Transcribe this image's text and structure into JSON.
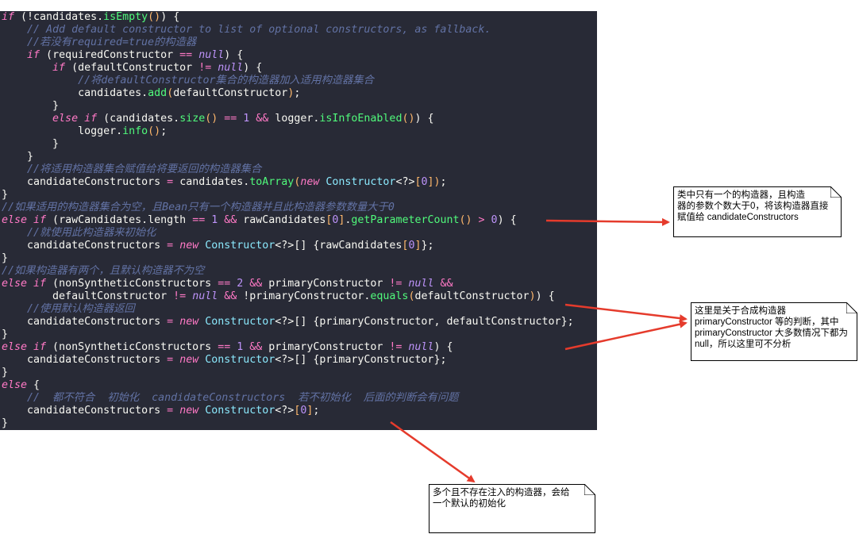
{
  "colors": {
    "code_background": "#282a36",
    "keyword": "#ff79c6",
    "comment": "#6272a4",
    "function": "#50fa7b",
    "number": "#bd93f9",
    "type": "#8be9fd",
    "arrow": "#e53b2c"
  },
  "code": {
    "lines": [
      [
        [
          "k",
          "if"
        ],
        [
          "p",
          " (!"
        ],
        [
          "v",
          "candidates"
        ],
        [
          "p",
          "."
        ],
        [
          "f",
          "isEmpty"
        ],
        [
          "b",
          "()"
        ],
        [
          "p",
          ") {"
        ]
      ],
      [
        [
          "p",
          "    "
        ],
        [
          "c",
          "// Add default constructor to list of optional constructors, as fallback."
        ]
      ],
      [
        [
          "p",
          "    "
        ],
        [
          "c",
          "//若没有required=true的构造器"
        ]
      ],
      [
        [
          "p",
          "    "
        ],
        [
          "k",
          "if"
        ],
        [
          "p",
          " ("
        ],
        [
          "v",
          "requiredConstructor"
        ],
        [
          "o",
          " == "
        ],
        [
          "kc",
          "null"
        ],
        [
          "p",
          ") {"
        ]
      ],
      [
        [
          "p",
          "        "
        ],
        [
          "k",
          "if"
        ],
        [
          "p",
          " ("
        ],
        [
          "v",
          "defaultConstructor"
        ],
        [
          "o",
          " != "
        ],
        [
          "kc",
          "null"
        ],
        [
          "p",
          ") {"
        ]
      ],
      [
        [
          "p",
          "            "
        ],
        [
          "c",
          "//将defaultConstructor集合的构造器加入适用构造器集合"
        ]
      ],
      [
        [
          "p",
          "            "
        ],
        [
          "v",
          "candidates"
        ],
        [
          "p",
          "."
        ],
        [
          "f",
          "add"
        ],
        [
          "b",
          "("
        ],
        [
          "v",
          "defaultConstructor"
        ],
        [
          "b",
          ")"
        ],
        [
          "p",
          ";"
        ]
      ],
      [
        [
          "p",
          "        }"
        ]
      ],
      [
        [
          "p",
          "        "
        ],
        [
          "k",
          "else if"
        ],
        [
          "p",
          " ("
        ],
        [
          "v",
          "candidates"
        ],
        [
          "p",
          "."
        ],
        [
          "f",
          "size"
        ],
        [
          "b",
          "()"
        ],
        [
          "o",
          " == "
        ],
        [
          "n",
          "1"
        ],
        [
          "o",
          " && "
        ],
        [
          "v",
          "logger"
        ],
        [
          "p",
          "."
        ],
        [
          "f",
          "isInfoEnabled"
        ],
        [
          "b",
          "()"
        ],
        [
          "p",
          ") {"
        ]
      ],
      [
        [
          "p",
          "            "
        ],
        [
          "v",
          "logger"
        ],
        [
          "p",
          "."
        ],
        [
          "f",
          "info"
        ],
        [
          "b",
          "()"
        ],
        [
          "p",
          ";"
        ]
      ],
      [
        [
          "p",
          "        }"
        ]
      ],
      [
        [
          "p",
          "    }"
        ]
      ],
      [
        [
          "p",
          "    "
        ],
        [
          "c",
          "//将适用构造器集合赋值给将要返回的构造器集合"
        ]
      ],
      [
        [
          "p",
          "    "
        ],
        [
          "v",
          "candidateConstructors"
        ],
        [
          "o",
          " = "
        ],
        [
          "v",
          "candidates"
        ],
        [
          "p",
          "."
        ],
        [
          "f",
          "toArray"
        ],
        [
          "b",
          "("
        ],
        [
          "kw",
          "new"
        ],
        [
          "ty",
          " Constructor"
        ],
        [
          "p",
          "<?>"
        ],
        [
          "b",
          "["
        ],
        [
          "n",
          "0"
        ],
        [
          "b",
          "])"
        ],
        [
          "p",
          ";"
        ]
      ],
      [
        [
          "p",
          "}"
        ]
      ],
      [
        [
          "c",
          "//如果适用的构造器集合为空，且Bean只有一个构造器并且此构造器参数数量大于0"
        ]
      ],
      [
        [
          "k",
          "else if"
        ],
        [
          "p",
          " ("
        ],
        [
          "v",
          "rawCandidates"
        ],
        [
          "p",
          ".length"
        ],
        [
          "o",
          " == "
        ],
        [
          "n",
          "1"
        ],
        [
          "o",
          " && "
        ],
        [
          "v",
          "rawCandidates"
        ],
        [
          "b",
          "["
        ],
        [
          "n",
          "0"
        ],
        [
          "b",
          "]"
        ],
        [
          "p",
          "."
        ],
        [
          "f",
          "getParameterCount"
        ],
        [
          "b",
          "()"
        ],
        [
          "o",
          " > "
        ],
        [
          "n",
          "0"
        ],
        [
          "p",
          ") {"
        ]
      ],
      [
        [
          "p",
          "    "
        ],
        [
          "c",
          "//就使用此构造器来初始化"
        ]
      ],
      [
        [
          "p",
          "    "
        ],
        [
          "v",
          "candidateConstructors"
        ],
        [
          "o",
          " = "
        ],
        [
          "kw",
          "new"
        ],
        [
          "ty",
          " Constructor"
        ],
        [
          "p",
          "<?>[] {"
        ],
        [
          "v",
          "rawCandidates"
        ],
        [
          "b",
          "["
        ],
        [
          "n",
          "0"
        ],
        [
          "b",
          "]"
        ],
        [
          "p",
          "};"
        ]
      ],
      [
        [
          "p",
          "}"
        ]
      ],
      [
        [
          "c",
          "//如果构造器有两个，且默认构造器不为空"
        ]
      ],
      [
        [
          "k",
          "else if"
        ],
        [
          "p",
          " ("
        ],
        [
          "v",
          "nonSyntheticConstructors"
        ],
        [
          "o",
          " == "
        ],
        [
          "n",
          "2"
        ],
        [
          "o",
          " && "
        ],
        [
          "v",
          "primaryConstructor"
        ],
        [
          "o",
          " != "
        ],
        [
          "kc",
          "null"
        ],
        [
          "o",
          " &&"
        ]
      ],
      [
        [
          "p",
          "        "
        ],
        [
          "v",
          "defaultConstructor"
        ],
        [
          "o",
          " != "
        ],
        [
          "kc",
          "null"
        ],
        [
          "o",
          " && "
        ],
        [
          "p",
          "!"
        ],
        [
          "v",
          "primaryConstructor"
        ],
        [
          "p",
          "."
        ],
        [
          "f",
          "equals"
        ],
        [
          "b",
          "("
        ],
        [
          "v",
          "defaultConstructor"
        ],
        [
          "b",
          ")"
        ],
        [
          "p",
          ") {"
        ]
      ],
      [
        [
          "p",
          "    "
        ],
        [
          "c",
          "//使用默认构造器返回"
        ]
      ],
      [
        [
          "p",
          "    "
        ],
        [
          "v",
          "candidateConstructors"
        ],
        [
          "o",
          " = "
        ],
        [
          "kw",
          "new"
        ],
        [
          "ty",
          " Constructor"
        ],
        [
          "p",
          "<?>[] {"
        ],
        [
          "v",
          "primaryConstructor"
        ],
        [
          "p",
          ", "
        ],
        [
          "v",
          "defaultConstructor"
        ],
        [
          "p",
          "};"
        ]
      ],
      [
        [
          "p",
          "}"
        ]
      ],
      [
        [
          "k",
          "else if"
        ],
        [
          "p",
          " ("
        ],
        [
          "v",
          "nonSyntheticConstructors"
        ],
        [
          "o",
          " == "
        ],
        [
          "n",
          "1"
        ],
        [
          "o",
          " && "
        ],
        [
          "v",
          "primaryConstructor"
        ],
        [
          "o",
          " != "
        ],
        [
          "kc",
          "null"
        ],
        [
          "p",
          ") {"
        ]
      ],
      [
        [
          "p",
          "    "
        ],
        [
          "v",
          "candidateConstructors"
        ],
        [
          "o",
          " = "
        ],
        [
          "kw",
          "new"
        ],
        [
          "ty",
          " Constructor"
        ],
        [
          "p",
          "<?>[] {"
        ],
        [
          "v",
          "primaryConstructor"
        ],
        [
          "p",
          "};"
        ]
      ],
      [
        [
          "p",
          "}"
        ]
      ],
      [
        [
          "k",
          "else"
        ],
        [
          "p",
          " {"
        ]
      ],
      [
        [
          "p",
          "    "
        ],
        [
          "c",
          "//  都不符合  初始化  candidateConstructors  若不初始化  后面的判断会有问题"
        ]
      ],
      [
        [
          "p",
          "    "
        ],
        [
          "v",
          "candidateConstructors"
        ],
        [
          "o",
          " = "
        ],
        [
          "kw",
          "new"
        ],
        [
          "ty",
          " Constructor"
        ],
        [
          "p",
          "<?>"
        ],
        [
          "b",
          "["
        ],
        [
          "n",
          "0"
        ],
        [
          "b",
          "]"
        ],
        [
          "p",
          ";"
        ]
      ],
      [
        [
          "p",
          "}"
        ]
      ]
    ]
  },
  "notes": {
    "note1": {
      "lines": [
        "类中只有一个的构造器，且构造",
        "器的参数个数大于0，将该构造器直接",
        "赋值给 candidateConstructors"
      ]
    },
    "note2": {
      "lines": [
        "这里是关于合成构造器",
        "primaryConstructor 等的判断，其中",
        "primaryConstructor 大多数情况下都为",
        "null，所以这里可不分析"
      ]
    },
    "note3": {
      "lines": [
        "多个且不存在注入的构造器，会给",
        "一个默认的初始化"
      ]
    }
  }
}
